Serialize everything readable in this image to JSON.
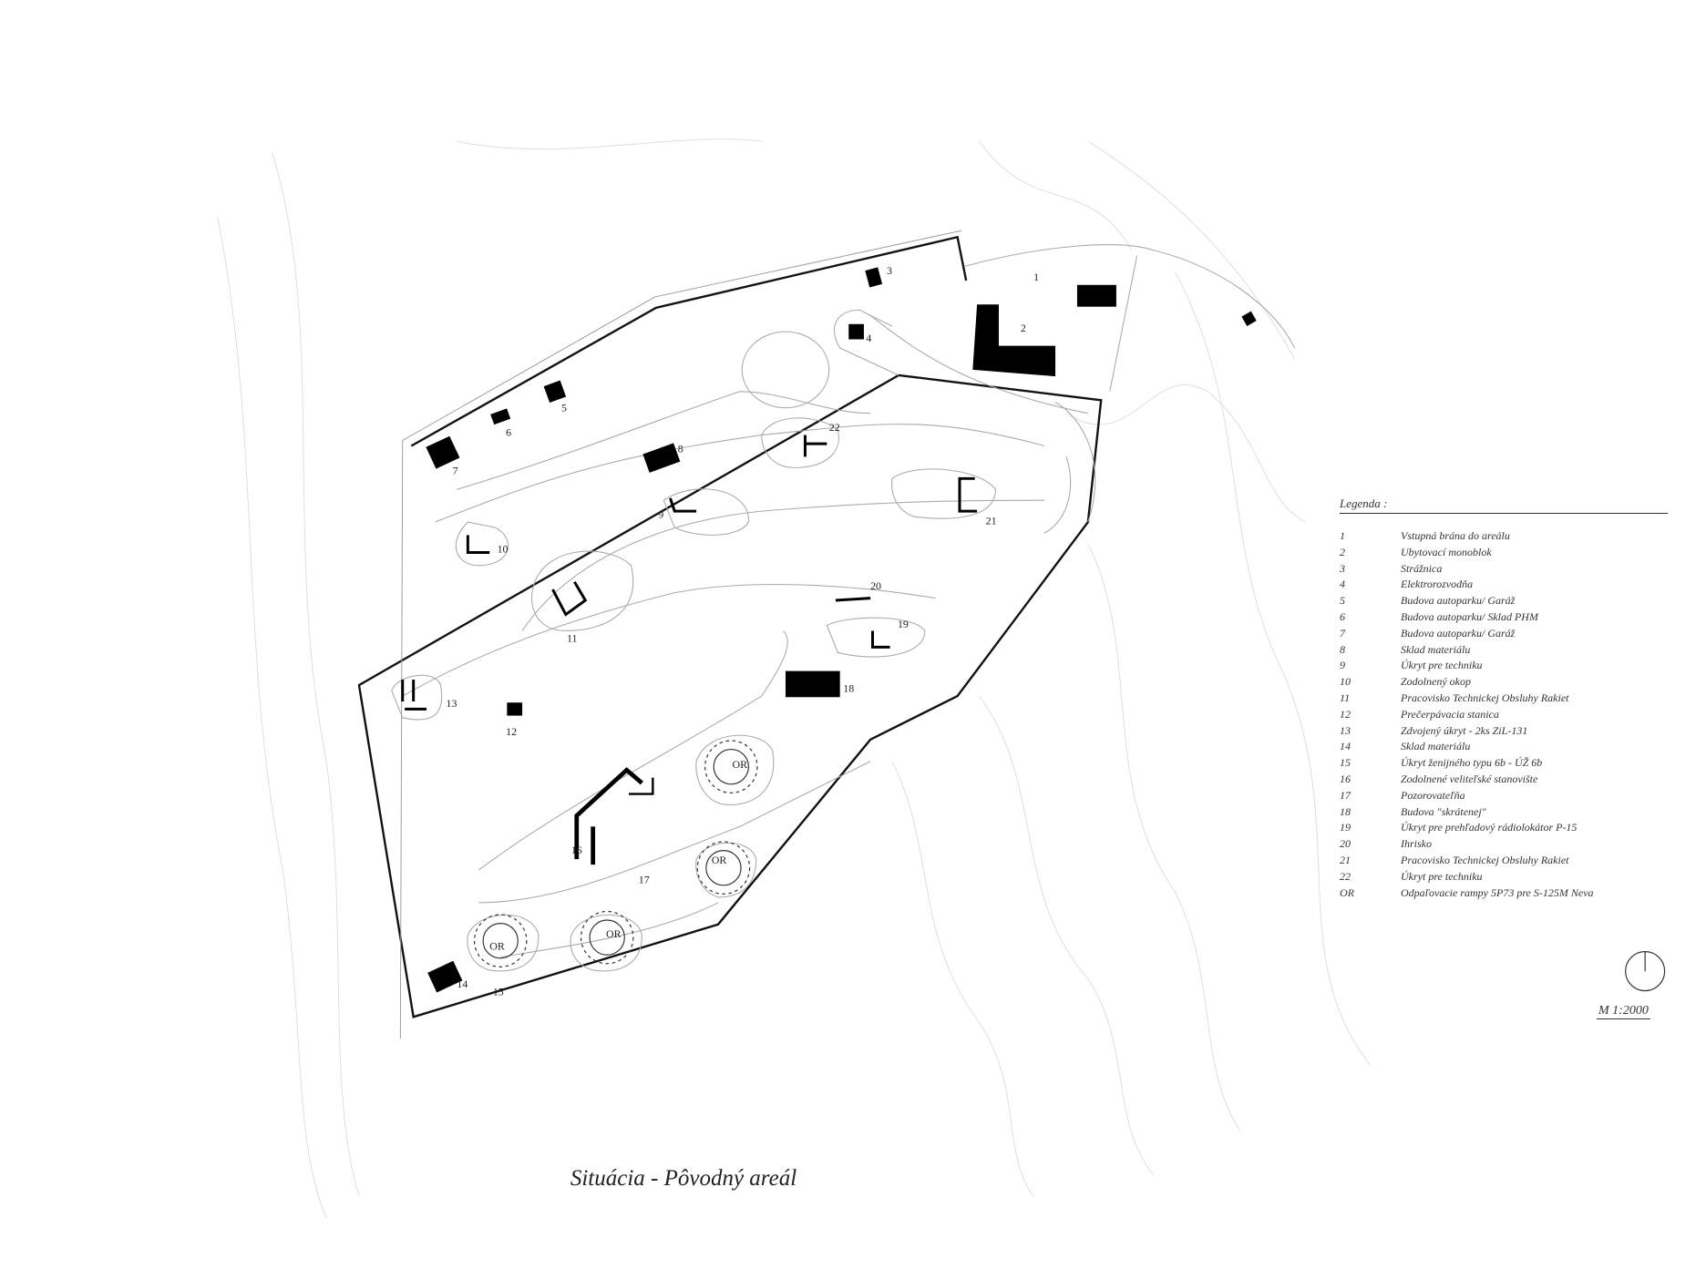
{
  "title": "Situácia - Pôvodný areál",
  "scale": "M 1:2000",
  "legend": {
    "title": "Legenda :",
    "items": [
      {
        "num": "1",
        "label": "Vstupná brána do areálu"
      },
      {
        "num": "2",
        "label": "Ubytovací monoblok"
      },
      {
        "num": "3",
        "label": "Strážnica"
      },
      {
        "num": "4",
        "label": "Elektrorozvodňa"
      },
      {
        "num": "5",
        "label": "Budova autoparku/ Garáž"
      },
      {
        "num": "6",
        "label": "Budova autoparku/ Sklad PHM"
      },
      {
        "num": "7",
        "label": "Budova autoparku/ Garáž"
      },
      {
        "num": "8",
        "label": "Sklad materiálu"
      },
      {
        "num": "9",
        "label": "Úkryt pre techniku"
      },
      {
        "num": "10",
        "label": "Zodolnený okop"
      },
      {
        "num": "11",
        "label": "Pracovisko Technickej Obsluhy Rakiet"
      },
      {
        "num": "12",
        "label": "Prečerpávacia stanica"
      },
      {
        "num": "13",
        "label": "Zdvojený úkryt - 2ks ZiL-131"
      },
      {
        "num": "14",
        "label": "Sklad materiálu"
      },
      {
        "num": "15",
        "label": "Úkryt ženijného typu 6b - ÚŽ 6b"
      },
      {
        "num": "16",
        "label": "Zodolnené veliteľské stanovište"
      },
      {
        "num": "17",
        "label": "Pozorovateľňa"
      },
      {
        "num": "18",
        "label": "Budova \"skrátenej\""
      },
      {
        "num": "19",
        "label": "Úkryt pre prehľadový rádiolokátor P-15"
      },
      {
        "num": "20",
        "label": "Ihrisko"
      },
      {
        "num": "21",
        "label": "Pracovisko Technickej Obsluhy Rakiet"
      },
      {
        "num": "22",
        "label": "Úkryt pre techniku"
      },
      {
        "num": "OR",
        "label": "Odpaľovacie rampy 5P73 pre S-125M Neva"
      }
    ]
  },
  "map_labels": [
    "1",
    "2",
    "3",
    "4",
    "5",
    "6",
    "7",
    "8",
    "9",
    "10",
    "11",
    "12",
    "13",
    "14",
    "15",
    "16",
    "17",
    "18",
    "19",
    "20",
    "21",
    "22",
    "OR",
    "OR",
    "OR",
    "OR"
  ]
}
